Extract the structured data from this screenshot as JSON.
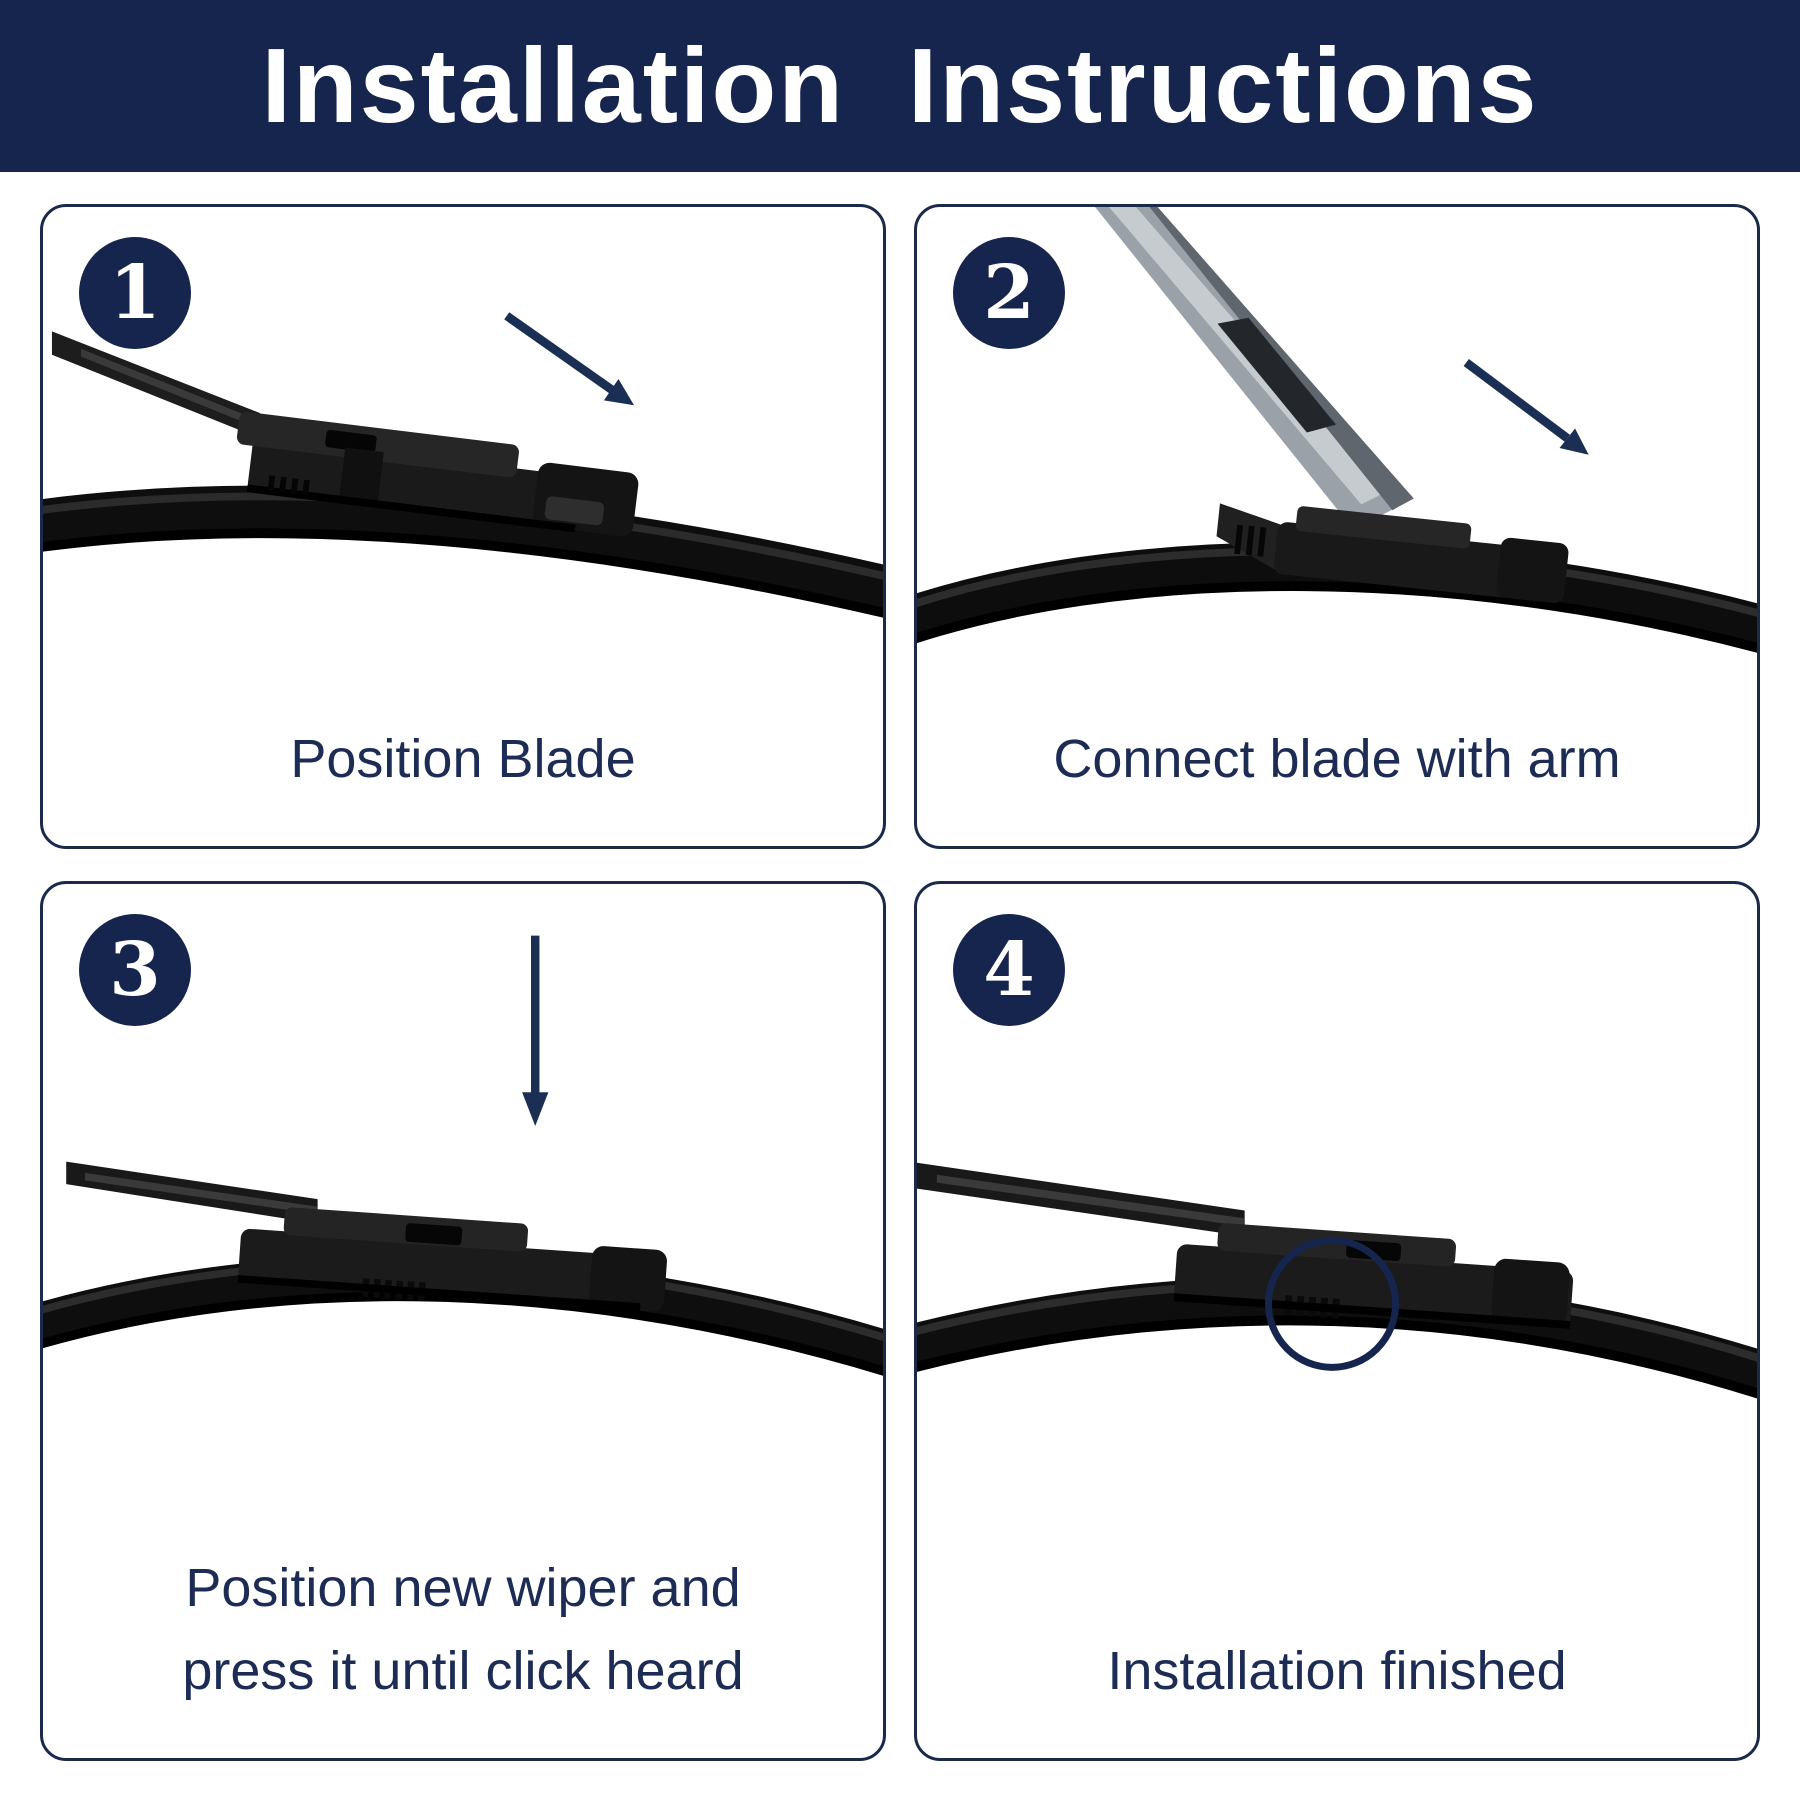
{
  "page": {
    "title": "Installation  Instructions",
    "accent_color": "#16254d",
    "caption_color": "#1c2c55"
  },
  "panels": [
    {
      "number": "1",
      "caption": "Position Blade",
      "arrow_icon": "arrow-down-right"
    },
    {
      "number": "2",
      "caption": "Connect blade with arm",
      "arrow_icon": "arrow-down-right"
    },
    {
      "number": "3",
      "caption": "Position new wiper and press it until click heard",
      "arrow_icon": "arrow-down"
    },
    {
      "number": "4",
      "caption": "Installation finished",
      "highlight_icon": "circle-outline"
    }
  ]
}
